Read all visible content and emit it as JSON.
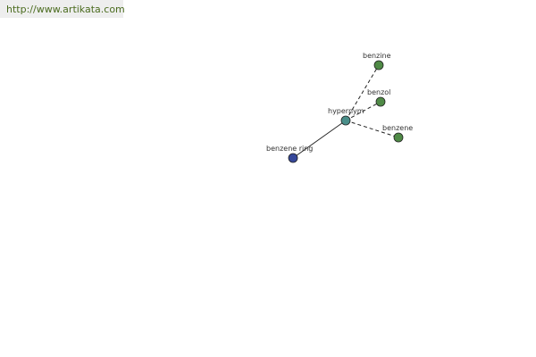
{
  "header": {
    "url_text": "http://www.artikata.com"
  },
  "colors": {
    "hub": "#4a8f8a",
    "related": "#4f8a46",
    "root": "#36489a",
    "edge": "#222222"
  },
  "graph": {
    "nodes": [
      {
        "id": "benzene-ring",
        "label": "benzene ring",
        "kind": "root"
      },
      {
        "id": "hypernym",
        "label": "hypernym",
        "kind": "hub"
      },
      {
        "id": "benzine",
        "label": "benzine",
        "kind": "related"
      },
      {
        "id": "benzol",
        "label": "benzol",
        "kind": "related"
      },
      {
        "id": "benzene",
        "label": "benzene",
        "kind": "related"
      }
    ],
    "edges": [
      {
        "from": "benzene-ring",
        "to": "hypernym",
        "style": "solid"
      },
      {
        "from": "hypernym",
        "to": "benzine",
        "style": "dashed"
      },
      {
        "from": "hypernym",
        "to": "benzol",
        "style": "dashed"
      },
      {
        "from": "hypernym",
        "to": "benzene",
        "style": "dashed"
      }
    ]
  }
}
